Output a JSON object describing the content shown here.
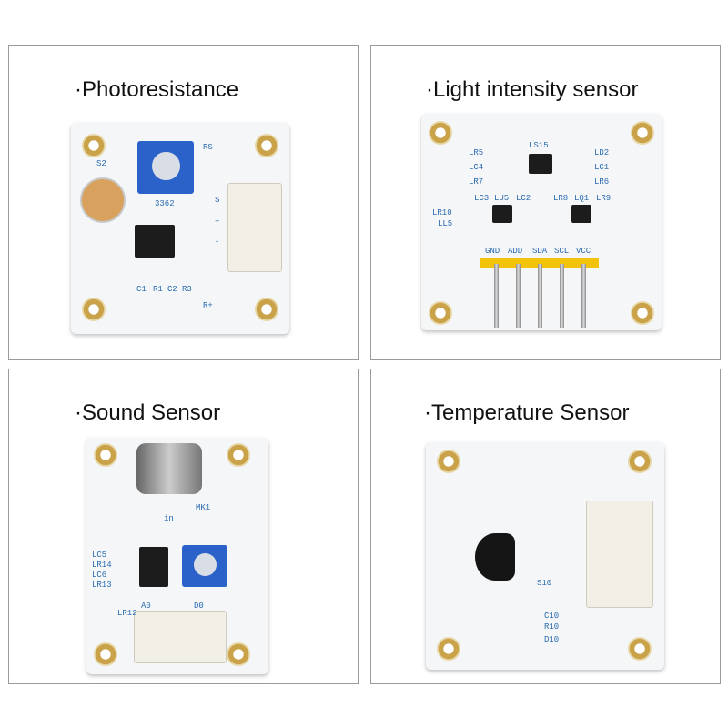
{
  "panels": [
    {
      "title": "·Photoresistance",
      "labels": [
        "S2",
        "RS",
        "S",
        "+",
        "-",
        "C1",
        "R1",
        "C2",
        "R3",
        "R+",
        "3362"
      ]
    },
    {
      "title": "·Light intensity sensor",
      "labels": [
        "LR5",
        "LC4",
        "LR7",
        "LS15",
        "LD2",
        "LC1",
        "LR6",
        "LC3",
        "LU5",
        "LC2",
        "LR8",
        "LQ1",
        "LR9",
        "LR10",
        "LL5",
        "GND",
        "ADD",
        "SDA",
        "SCL",
        "VCC"
      ]
    },
    {
      "title": "·Sound Sensor",
      "labels": [
        "MK1",
        "in",
        "LC5",
        "LR14",
        "LC6",
        "LR13",
        "LR12",
        "A0",
        "D0"
      ]
    },
    {
      "title": "·Temperature Sensor",
      "labels": [
        "S10",
        "C10",
        "R10",
        "D10"
      ]
    }
  ]
}
